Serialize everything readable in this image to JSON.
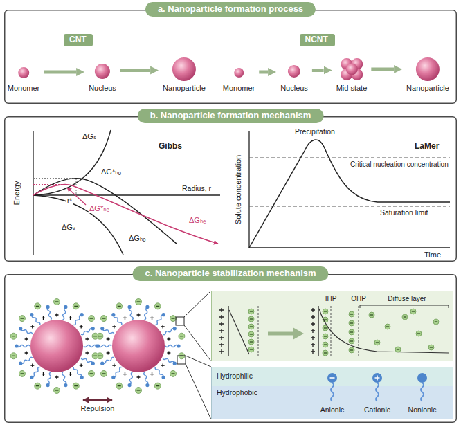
{
  "diagram": {
    "nodes": [
      {
        "text": [
          "a. Nanoparticle formation process"
        ]
      },
      {
        "text": [
          "CNT"
        ],
        "in": 0
      },
      {
        "text": [
          "Monomer"
        ],
        "in": 0
      },
      {
        "text": [
          "Nucleus"
        ],
        "in": 0
      },
      {
        "text": [
          "Nanoparticle"
        ],
        "in": 0
      },
      {
        "text": [
          "NCNT"
        ],
        "in": 0
      },
      {
        "text": [
          "Monomer"
        ],
        "in": 0
      },
      {
        "text": [
          "Nucleus"
        ],
        "in": 0
      },
      {
        "text": [
          "Mid state"
        ],
        "in": 0
      },
      {
        "text": [
          "Nanoparticle"
        ],
        "in": 0
      },
      {
        "text": [
          "b. Nanoparticle formation mechanism"
        ]
      },
      {
        "text": [
          "c. Nanoparticle stabilization mechanism"
        ]
      },
      {
        "text": [
          "IHP",
          "OHP",
          "Diffuse layer"
        ],
        "in": 11
      },
      {
        "text": [
          "Hydrophilic",
          "Hydrophobic",
          "Anionic",
          "Cationic",
          "Nonionic"
        ],
        "in": 11
      }
    ],
    "edges": [
      {
        "from": 2,
        "to": 3,
        "arrow": "to"
      },
      {
        "from": 3,
        "to": 4,
        "arrow": "to"
      },
      {
        "from": 6,
        "to": 7,
        "arrow": "to"
      },
      {
        "from": 7,
        "to": 8,
        "arrow": "to"
      },
      {
        "from": 8,
        "to": 9,
        "arrow": "to"
      }
    ],
    "labels": [
      "Energy",
      "ΔGₛ",
      "ΔG*ₕₒ",
      "r*",
      "ΔG*ₕₑ",
      "ΔGᵥ",
      "ΔGₕₒ",
      "ΔGₕₑ",
      "Radius, r",
      "Gibbs",
      "Precipitation",
      "Critical nucleation concentration",
      "Saturation limit",
      "LaMer",
      "Solute concentration",
      "Time",
      "Repulsion"
    ]
  }
}
